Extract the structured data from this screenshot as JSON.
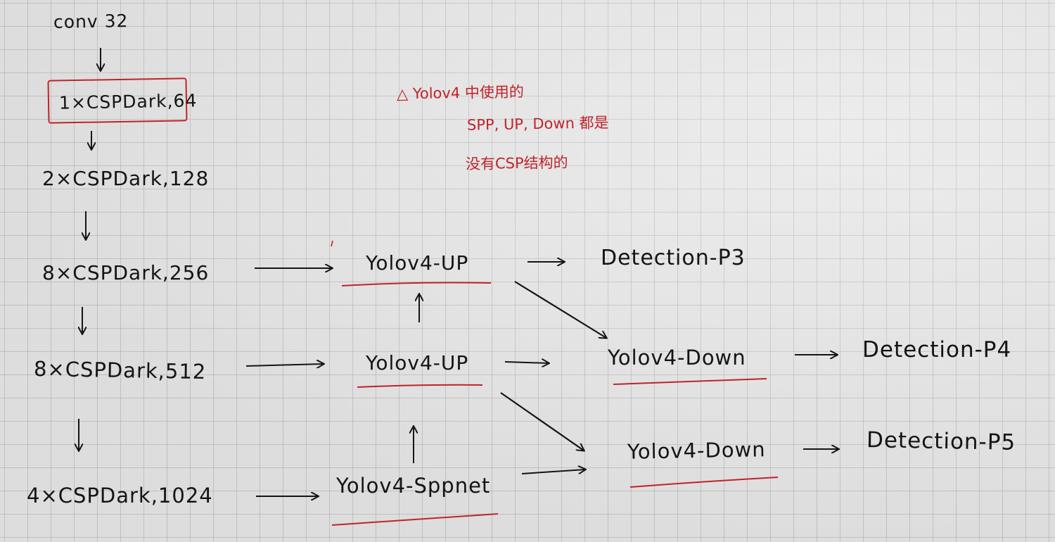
{
  "colors": {
    "ink": "#141414",
    "red_ink": "#c0232a",
    "paper": "#e6e6e6"
  },
  "backbone": {
    "conv": "conv 32",
    "stage1": "1×CSPDark,64",
    "stage2": "2×CSPDark,128",
    "stage3": "8×CSPDark,256",
    "stage4": "8×CSPDark,512",
    "stage5": "4×CSPDark,1024"
  },
  "neck": {
    "up_top": "Yolov4-UP",
    "up_mid": "Yolov4-UP",
    "sppnet": "Yolov4-Sppnet",
    "down_mid": "Yolov4-Down",
    "down_bottom": "Yolov4-Down"
  },
  "heads": {
    "p3": "Detection-P3",
    "p4": "Detection-P4",
    "p5": "Detection-P5"
  },
  "note": {
    "line1": "△ Yolov4 中使用的",
    "line2": "SPP, UP, Down 都是",
    "line3": "没有CSP结构的"
  }
}
